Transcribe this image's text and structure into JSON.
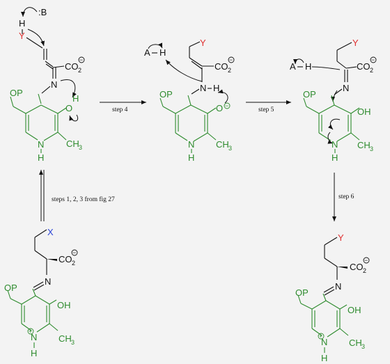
{
  "steps": {
    "step4": "step 4",
    "step5": "step 5",
    "step6": "step 6",
    "steps123": "steps 1, 2, 3 from fig 27"
  },
  "atoms": {
    "base": ":B",
    "H": "H",
    "Y": "Y",
    "X": "X",
    "A": "A",
    "N": "N",
    "O": "O",
    "OP": "OP",
    "OH": "OH",
    "CH3": "CH",
    "CH3_sub": "3",
    "CO2": "CO",
    "CO2_sub": "2",
    "charge_minus": "−",
    "charge_plus": "+"
  },
  "colors": {
    "black": "#111111",
    "green": "#2e8b2e",
    "red": "#e03030",
    "blue": "#2b44d6"
  }
}
